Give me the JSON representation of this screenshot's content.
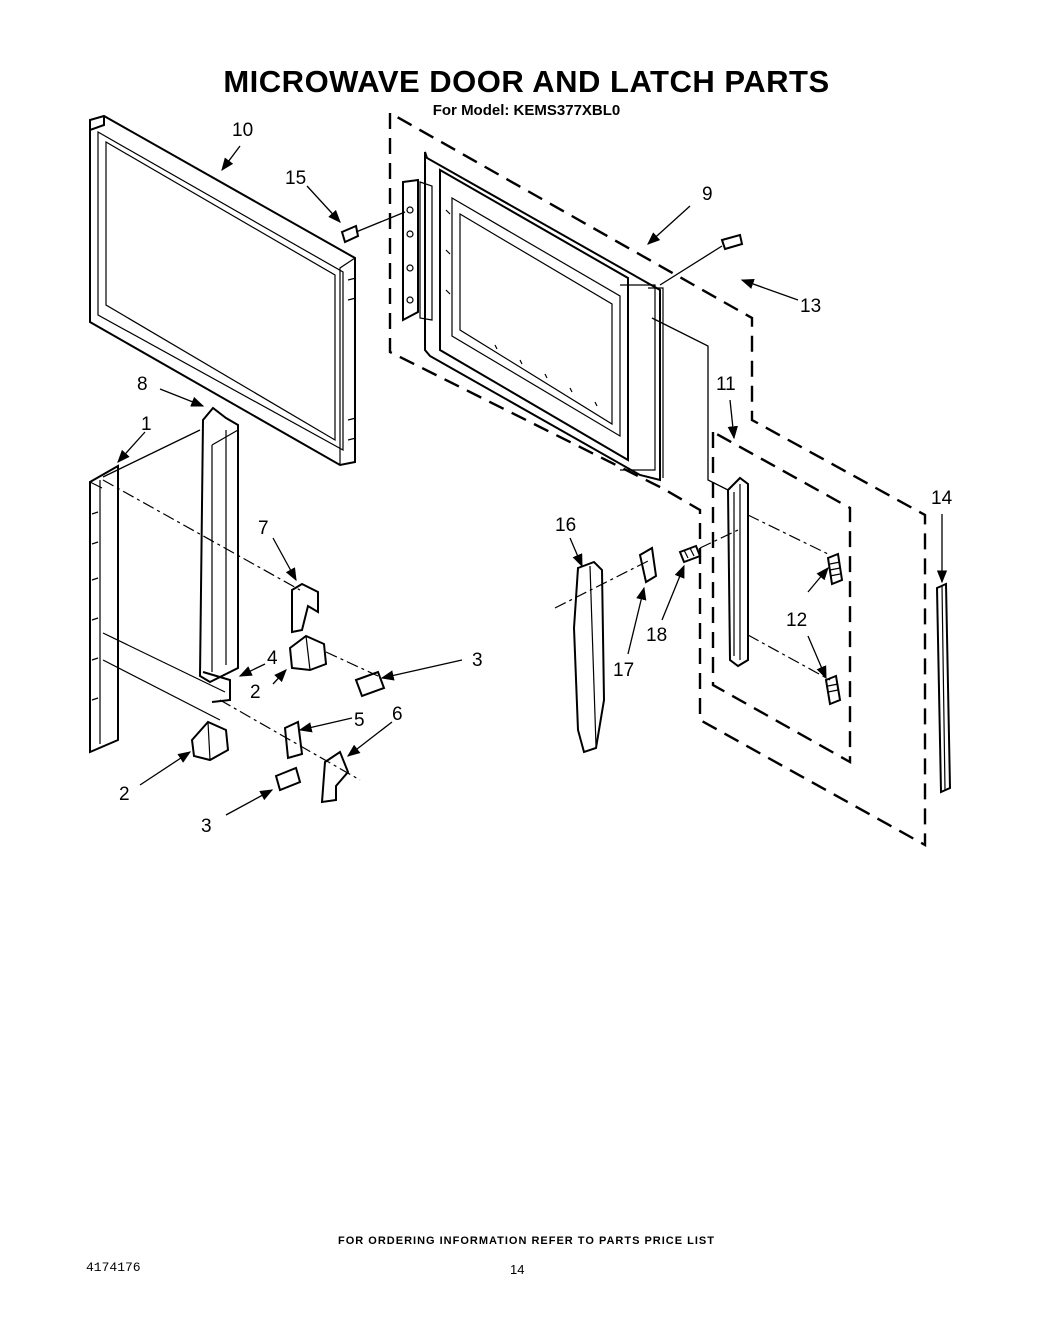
{
  "header": {
    "title": "MICROWAVE DOOR AND LATCH PARTS",
    "subtitle": "For Model: KEMS377XBL0"
  },
  "callouts": [
    "1",
    "2",
    "2",
    "3",
    "3",
    "4",
    "5",
    "6",
    "7",
    "8",
    "9",
    "10",
    "11",
    "12",
    "13",
    "14",
    "15",
    "16",
    "17",
    "18"
  ],
  "footer": {
    "ordering_note": "FOR ORDERING INFORMATION REFER TO PARTS PRICE LIST",
    "doc_number": "4174176",
    "page_number": "14"
  }
}
